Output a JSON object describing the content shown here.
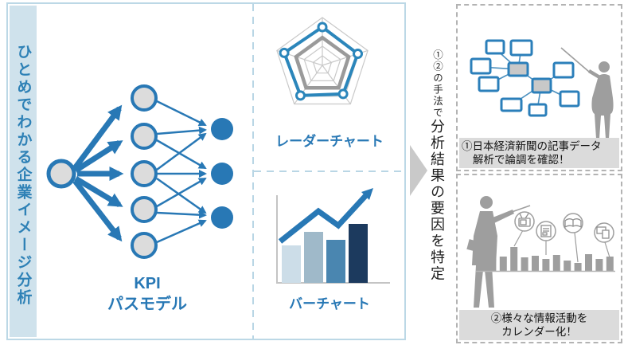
{
  "colors": {
    "accent_blue": "#2878b5",
    "radar_blue": "#2b86bb",
    "panel_border": "#bcd8e6",
    "strip_bg": "#cfe2ec",
    "divider_blue": "#b9d6e5",
    "node_gray": "#dcdcdc",
    "gray_series": "#9a9a9a",
    "silhouette_gray": "#9e9e9e",
    "caption_bg": "#dbdbdb",
    "navy": "#1c3a5e",
    "transition_arrow_gray": "#c9c9c9"
  },
  "left_panel": {
    "title": "ひとめでわかる企業イメージ分析",
    "kpi_label": {
      "line1": "KPI",
      "line2": "パスモデル"
    },
    "radar_label": "レーダーチャート",
    "bar_label": "バーチャート"
  },
  "transition": {
    "prefix": "①②の手法で",
    "main": "分析結果の要因を特定"
  },
  "right_top_panel": {
    "caption": {
      "line1": "①日本経済新聞の記事データ",
      "line2": "解析で論調を確認！"
    }
  },
  "right_bottom_panel": {
    "caption": {
      "line1": "②様々な情報活動を",
      "line2": "カレンダー化！"
    },
    "icons": [
      "tv-icon",
      "newspaper-icon",
      "book-icon",
      "devices-icon"
    ]
  },
  "chart_data": {
    "radar": {
      "type": "radar",
      "axes": 5,
      "rings": 5,
      "gray_series": [
        0.58,
        0.58,
        0.58,
        0.58,
        0.58
      ],
      "blue_series": [
        0.8,
        0.78,
        0.74,
        0.78,
        0.84
      ]
    },
    "bar_icon": {
      "type": "bar",
      "heights": [
        47,
        64,
        54,
        74
      ],
      "colors": [
        "#ccdde8",
        "#9fb9c9",
        "#4a86b0",
        "#1c3a5e"
      ]
    },
    "calendar_bars": {
      "type": "bar",
      "heights": [
        16,
        20,
        18,
        30,
        17,
        19,
        15,
        20,
        13,
        10,
        21,
        15,
        18
      ]
    }
  }
}
